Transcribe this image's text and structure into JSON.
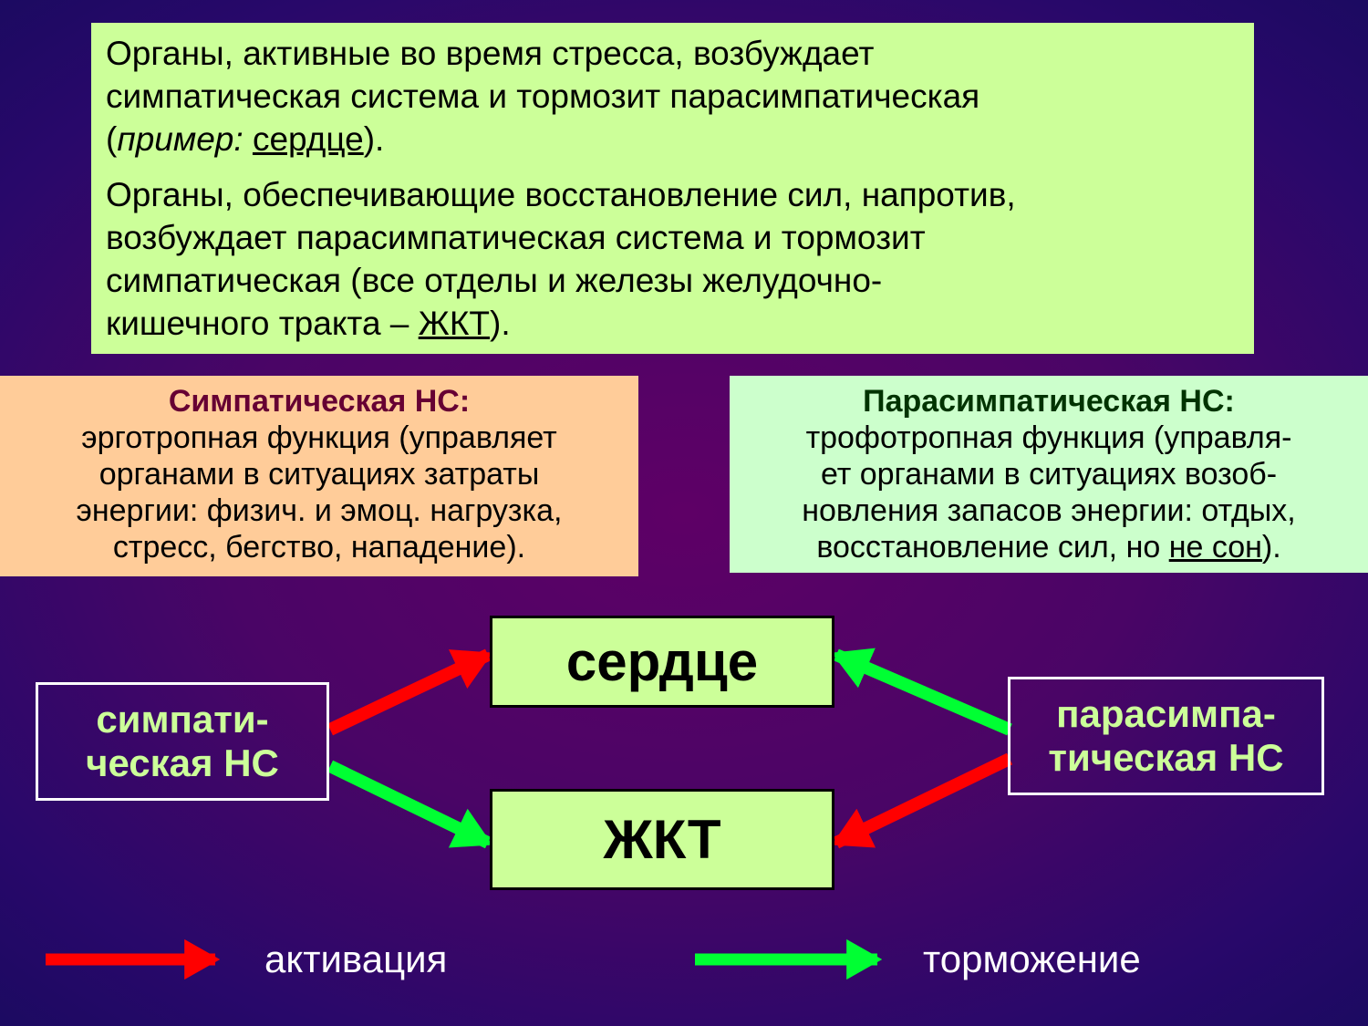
{
  "intro": {
    "p1": {
      "line1": "Органы, активные во время стресса, возбуждает",
      "line2": "симпатическая система и тормозит парасимпатическая",
      "line3_open": "(",
      "line3_example": "пример:",
      "line3_organ": "сердце",
      "line3_close": ")."
    },
    "p2": {
      "line1": "Органы, обеспечивающие восстановление сил, напротив,",
      "line2": "возбуждает парасимпатическая система и тормозит",
      "line3": "симпатическая (все отделы и железы желудочно-",
      "line4_text": "кишечного тракта – ",
      "line4_abbr": "ЖКТ",
      "line4_close": ")."
    }
  },
  "sympathetic": {
    "title": "Симпатическая НС:",
    "lines": [
      "эрготропная функция (управляет",
      "органами в ситуациях затраты",
      "энергии: физич. и эмоц. нагрузка,",
      "стресс, бегство, нападение)."
    ]
  },
  "parasympathetic": {
    "title": "Парасимпатическая НС:",
    "lines": [
      "трофотропная функция (управля-",
      "ет органами в ситуациях возоб-",
      "новления запасов энергии: отдых,"
    ],
    "last_text": "восстановление сил, но ",
    "last_underlined": "не сон",
    "last_close": ")."
  },
  "diagram": {
    "heart": "сердце",
    "gut": "ЖКТ",
    "left_ns": [
      "симпати-",
      "ческая НС"
    ],
    "right_ns": [
      "парасимпа-",
      "тическая НС"
    ]
  },
  "legend": {
    "activation": "активация",
    "inhibition": "торможение"
  },
  "colors": {
    "activation": "#ff0000",
    "inhibition": "#00ff33"
  }
}
